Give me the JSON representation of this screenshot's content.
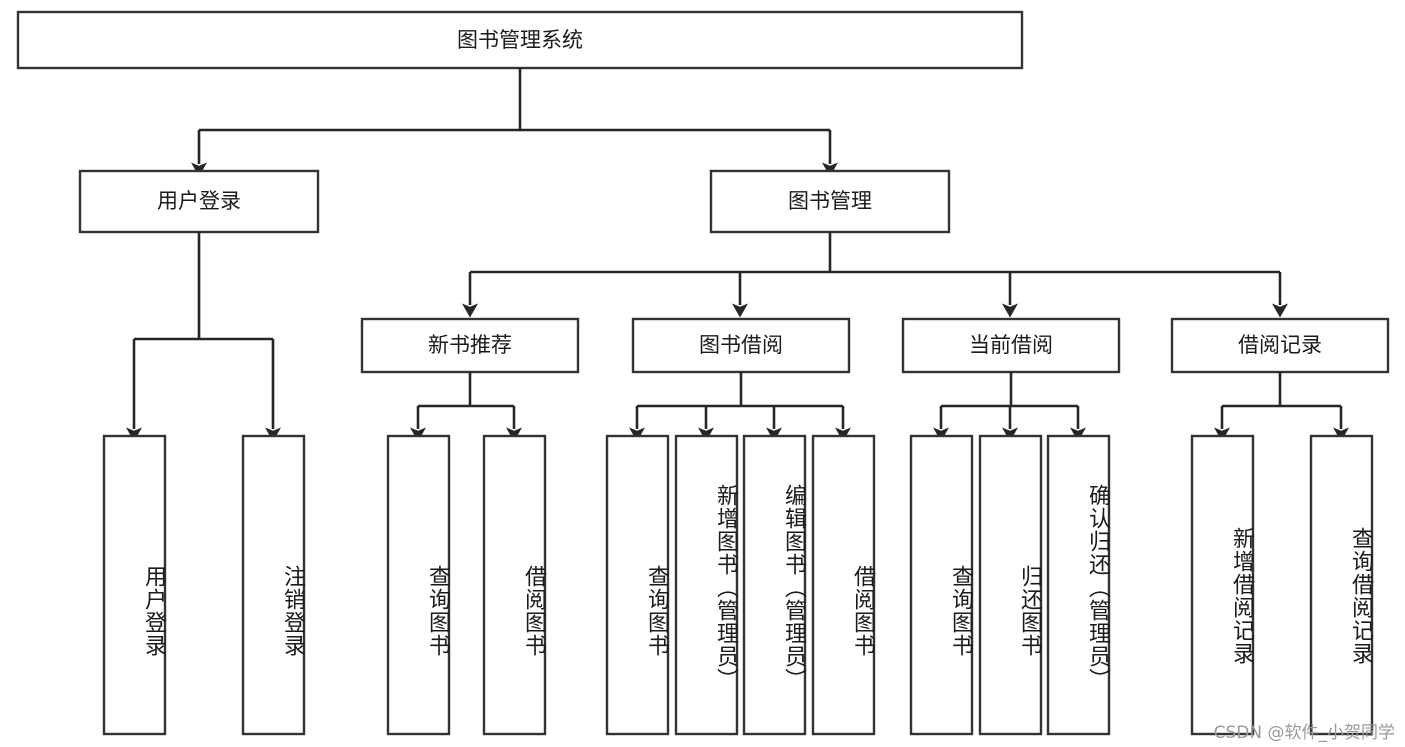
{
  "diagram": {
    "title": "图书管理系统",
    "watermark": "CSDN @软件_小贺同学",
    "root": {
      "label": "图书管理系统"
    },
    "level1": [
      {
        "label": "用户登录"
      },
      {
        "label": "图书管理"
      }
    ],
    "level2": [
      {
        "label": "新书推荐"
      },
      {
        "label": "图书借阅"
      },
      {
        "label": "当前借阅"
      },
      {
        "label": "借阅记录"
      }
    ],
    "leaves": {
      "user_login": [
        {
          "label": "用户登录"
        },
        {
          "label": "注销登录"
        }
      ],
      "new_book": [
        {
          "label": "查询图书"
        },
        {
          "label": "借阅图书"
        }
      ],
      "book_borrow": [
        {
          "label": "查询图书"
        },
        {
          "label": "新增图书（管理员）"
        },
        {
          "label": "编辑图书（管理员）"
        },
        {
          "label": "借阅图书"
        }
      ],
      "current_borrow": [
        {
          "label": "查询图书"
        },
        {
          "label": "归还图书"
        },
        {
          "label": "确认归还（管理员）"
        }
      ],
      "borrow_record": [
        {
          "label": "新增借阅记录"
        },
        {
          "label": "查询借阅记录"
        }
      ]
    }
  },
  "chart_data": {
    "type": "tree-diagram",
    "title": "图书管理系统",
    "orientation": "top-down",
    "levels": 4,
    "node_count": 18,
    "nodes": [
      {
        "id": "root",
        "label": "图书管理系统",
        "level": 0,
        "parent": null
      },
      {
        "id": "n1",
        "label": "用户登录",
        "level": 1,
        "parent": "root"
      },
      {
        "id": "n2",
        "label": "图书管理",
        "level": 1,
        "parent": "root"
      },
      {
        "id": "n1a",
        "label": "用户登录",
        "level": 2,
        "parent": "n1"
      },
      {
        "id": "n1b",
        "label": "注销登录",
        "level": 2,
        "parent": "n1"
      },
      {
        "id": "n2a",
        "label": "新书推荐",
        "level": 2,
        "parent": "n2"
      },
      {
        "id": "n2b",
        "label": "图书借阅",
        "level": 2,
        "parent": "n2"
      },
      {
        "id": "n2c",
        "label": "当前借阅",
        "level": 2,
        "parent": "n2"
      },
      {
        "id": "n2d",
        "label": "借阅记录",
        "level": 2,
        "parent": "n2"
      },
      {
        "id": "n2a1",
        "label": "查询图书",
        "level": 3,
        "parent": "n2a"
      },
      {
        "id": "n2a2",
        "label": "借阅图书",
        "level": 3,
        "parent": "n2a"
      },
      {
        "id": "n2b1",
        "label": "查询图书",
        "level": 3,
        "parent": "n2b"
      },
      {
        "id": "n2b2",
        "label": "新增图书（管理员）",
        "level": 3,
        "parent": "n2b"
      },
      {
        "id": "n2b3",
        "label": "编辑图书（管理员）",
        "level": 3,
        "parent": "n2b"
      },
      {
        "id": "n2b4",
        "label": "借阅图书",
        "level": 3,
        "parent": "n2b"
      },
      {
        "id": "n2c1",
        "label": "查询图书",
        "level": 3,
        "parent": "n2c"
      },
      {
        "id": "n2c2",
        "label": "归还图书",
        "level": 3,
        "parent": "n2c"
      },
      {
        "id": "n2c3",
        "label": "确认归还（管理员）",
        "level": 3,
        "parent": "n2c"
      },
      {
        "id": "n2d1",
        "label": "新增借阅记录",
        "level": 3,
        "parent": "n2d"
      },
      {
        "id": "n2d2",
        "label": "查询借阅记录",
        "level": 3,
        "parent": "n2d"
      }
    ],
    "colors": {
      "box_fill": "#ffffff",
      "box_stroke": "#333333",
      "edge": "#262626",
      "text": "#1b1b1b"
    }
  }
}
